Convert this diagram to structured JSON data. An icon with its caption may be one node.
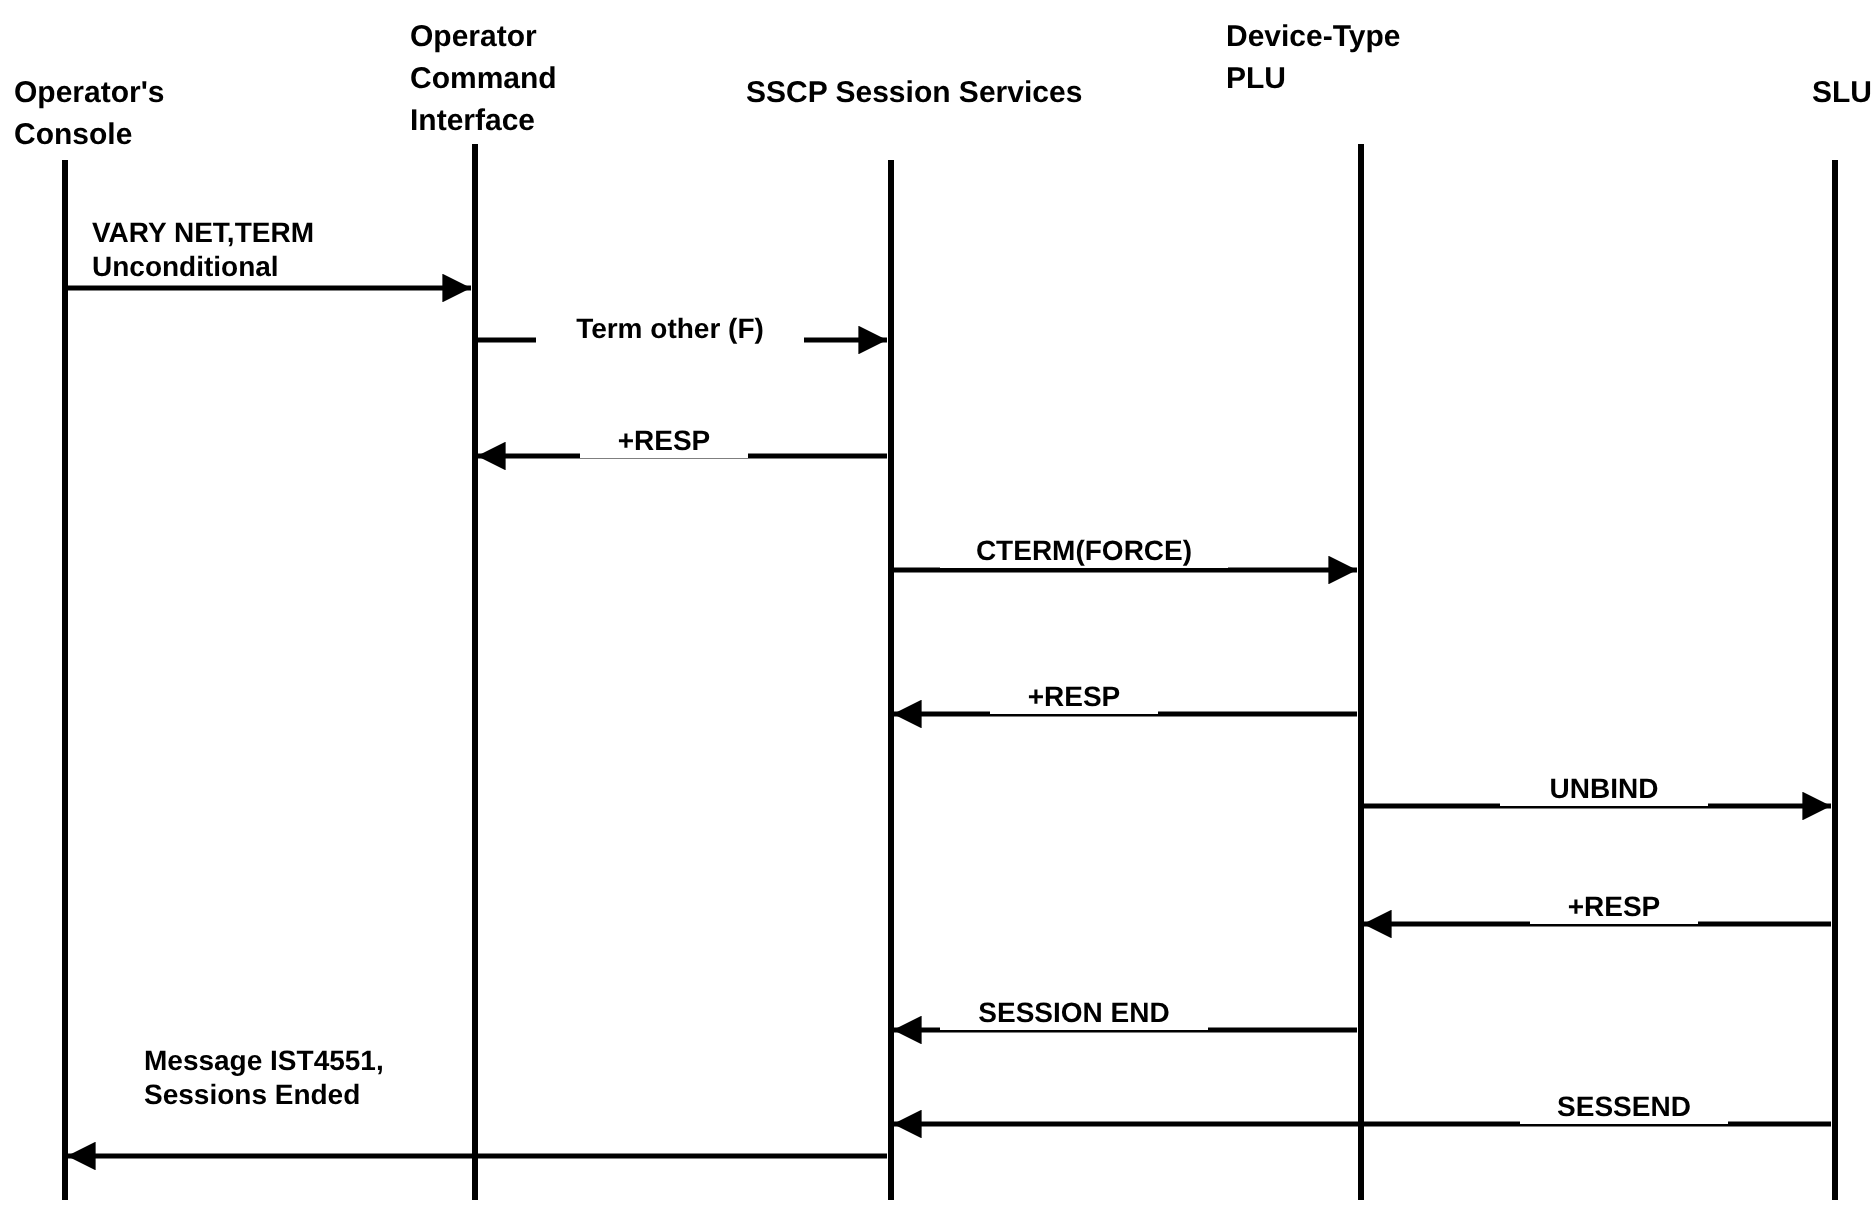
{
  "diagram": {
    "nodes": [
      {
        "text": [
          "Operator's Console"
        ]
      },
      {
        "text": [
          "Operator Command Interface"
        ]
      },
      {
        "text": [
          "SSCP Session Services"
        ]
      },
      {
        "text": [
          "Device-Type PLU"
        ]
      },
      {
        "text": [
          "SLU"
        ]
      }
    ],
    "edges": [
      {
        "from": 0,
        "to": 1,
        "arrow": "to",
        "label": "VARY NET,TERM Unconditional"
      },
      {
        "from": 1,
        "to": 2,
        "arrow": "to",
        "label": "Term other (F)"
      },
      {
        "from": 2,
        "to": 1,
        "arrow": "to",
        "label": "+RESP"
      },
      {
        "from": 2,
        "to": 3,
        "arrow": "to",
        "label": "CTERM(FORCE)"
      },
      {
        "from": 3,
        "to": 2,
        "arrow": "to",
        "label": "+RESP"
      },
      {
        "from": 3,
        "to": 4,
        "arrow": "to",
        "label": "UNBIND"
      },
      {
        "from": 4,
        "to": 3,
        "arrow": "to",
        "label": "+RESP"
      },
      {
        "from": 3,
        "to": 2,
        "arrow": "to",
        "label": "SESSION END"
      },
      {
        "from": 4,
        "to": 2,
        "arrow": "to",
        "label": "SESSEND"
      },
      {
        "from": 2,
        "to": 0,
        "arrow": "to",
        "label": "Message IST4551, Sessions Ended"
      }
    ]
  }
}
